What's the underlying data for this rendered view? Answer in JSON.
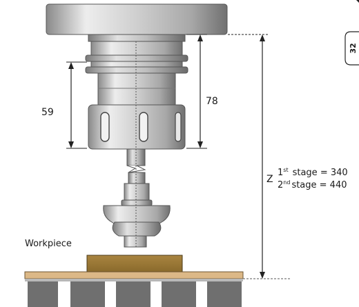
{
  "diagram": {
    "dimensions": {
      "collet_height": "59",
      "nose_height": "78"
    },
    "z_label": {
      "axis": "Z",
      "stage1_ordinal": "1",
      "stage1_suffix": "st",
      "stage1_text": "stage = 340",
      "stage2_ordinal": "2",
      "stage2_suffix": "nd",
      "stage2_text": "stage = 440"
    },
    "workpiece_label": "Workpiece",
    "side_tab": "32",
    "colors": {
      "steel_light": "#e6e6e6",
      "steel_mid": "#b9b9b9",
      "steel_dark": "#7d7d7d",
      "workpiece": "#9c7a34",
      "table_top": "#dcb887",
      "table_legs": "#6f6f6f"
    }
  }
}
